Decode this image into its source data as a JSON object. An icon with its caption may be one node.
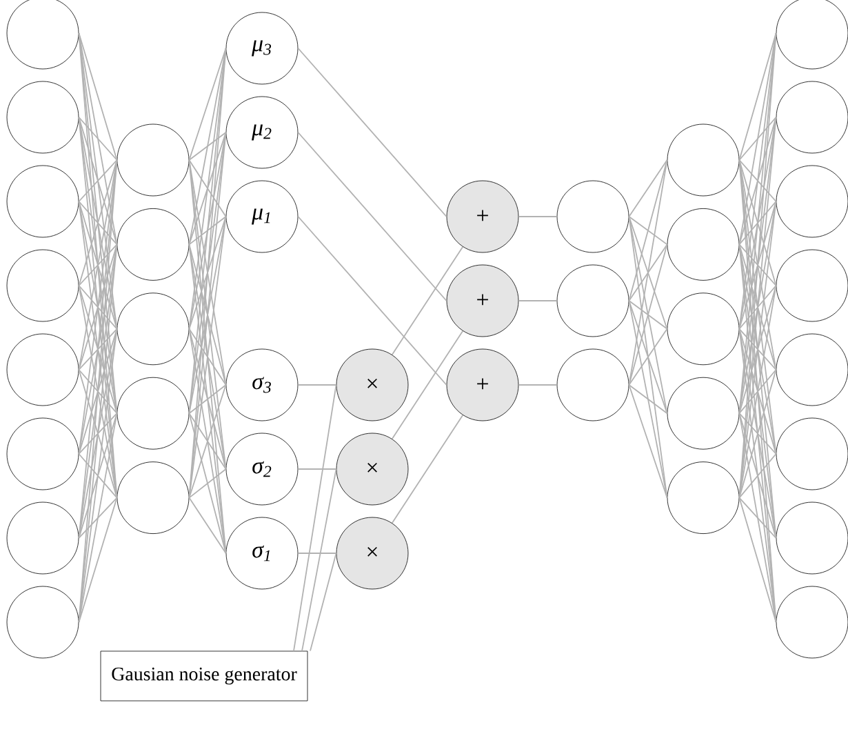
{
  "diagram": {
    "nodes": [
      {
        "text": [],
        "shape": "circle"
      },
      {
        "text": [],
        "shape": "circle"
      },
      {
        "text": [],
        "shape": "circle"
      },
      {
        "text": [],
        "shape": "circle"
      },
      {
        "text": [],
        "shape": "circle"
      },
      {
        "text": [],
        "shape": "circle"
      },
      {
        "text": [],
        "shape": "circle"
      },
      {
        "text": [],
        "shape": "circle"
      },
      {
        "text": [],
        "shape": "circle"
      },
      {
        "text": [],
        "shape": "circle"
      },
      {
        "text": [],
        "shape": "circle"
      },
      {
        "text": [],
        "shape": "circle"
      },
      {
        "text": [],
        "shape": "circle"
      },
      {
        "text": [
          "μ$_{3}$"
        ]
      },
      {
        "text": [
          "μ$_{2}$"
        ]
      },
      {
        "text": [
          "μ$_{1}$"
        ]
      },
      {
        "text": [
          "σ$_{3}$"
        ]
      },
      {
        "text": [
          "σ$_{2}$"
        ]
      },
      {
        "text": [
          "σ$_{1}$"
        ]
      },
      {
        "text": [
          "×"
        ]
      },
      {
        "text": [
          "×"
        ]
      },
      {
        "text": [
          "×"
        ]
      },
      {
        "text": [
          "+"
        ]
      },
      {
        "text": [
          "+"
        ]
      },
      {
        "text": [
          "+"
        ]
      },
      {
        "text": [],
        "shape": "circle"
      },
      {
        "text": [],
        "shape": "circle"
      },
      {
        "text": [],
        "shape": "circle"
      },
      {
        "text": [],
        "shape": "circle"
      },
      {
        "text": [],
        "shape": "circle"
      },
      {
        "text": [],
        "shape": "circle"
      },
      {
        "text": [],
        "shape": "circle"
      },
      {
        "text": [],
        "shape": "circle"
      },
      {
        "text": [],
        "shape": "circle"
      },
      {
        "text": [],
        "shape": "circle"
      },
      {
        "text": [],
        "shape": "circle"
      },
      {
        "text": [],
        "shape": "circle"
      },
      {
        "text": [],
        "shape": "circle"
      },
      {
        "text": [],
        "shape": "circle"
      },
      {
        "text": [],
        "shape": "circle"
      },
      {
        "text": [],
        "shape": "circle"
      },
      {
        "text": [
          "Gausian noise generator"
        ]
      }
    ],
    "edges": [
      {
        "from": 0,
        "to": 8,
        "arrow": "none"
      },
      {
        "from": 0,
        "to": 9,
        "arrow": "none"
      },
      {
        "from": 0,
        "to": 10,
        "arrow": "none"
      },
      {
        "from": 0,
        "to": 11,
        "arrow": "none"
      },
      {
        "from": 0,
        "to": 12,
        "arrow": "none"
      },
      {
        "from": 1,
        "to": 8,
        "arrow": "none"
      },
      {
        "from": 1,
        "to": 9,
        "arrow": "none"
      },
      {
        "from": 1,
        "to": 10,
        "arrow": "none"
      },
      {
        "from": 1,
        "to": 11,
        "arrow": "none"
      },
      {
        "from": 1,
        "to": 12,
        "arrow": "none"
      },
      {
        "from": 2,
        "to": 8,
        "arrow": "none"
      },
      {
        "from": 2,
        "to": 9,
        "arrow": "none"
      },
      {
        "from": 2,
        "to": 10,
        "arrow": "none"
      },
      {
        "from": 2,
        "to": 11,
        "arrow": "none"
      },
      {
        "from": 2,
        "to": 12,
        "arrow": "none"
      },
      {
        "from": 3,
        "to": 8,
        "arrow": "none"
      },
      {
        "from": 3,
        "to": 9,
        "arrow": "none"
      },
      {
        "from": 3,
        "to": 10,
        "arrow": "none"
      },
      {
        "from": 3,
        "to": 11,
        "arrow": "none"
      },
      {
        "from": 3,
        "to": 12,
        "arrow": "none"
      },
      {
        "from": 4,
        "to": 8,
        "arrow": "none"
      },
      {
        "from": 4,
        "to": 9,
        "arrow": "none"
      },
      {
        "from": 4,
        "to": 10,
        "arrow": "none"
      },
      {
        "from": 4,
        "to": 11,
        "arrow": "none"
      },
      {
        "from": 4,
        "to": 12,
        "arrow": "none"
      },
      {
        "from": 5,
        "to": 8,
        "arrow": "none"
      },
      {
        "from": 5,
        "to": 9,
        "arrow": "none"
      },
      {
        "from": 5,
        "to": 10,
        "arrow": "none"
      },
      {
        "from": 5,
        "to": 11,
        "arrow": "none"
      },
      {
        "from": 5,
        "to": 12,
        "arrow": "none"
      },
      {
        "from": 6,
        "to": 8,
        "arrow": "none"
      },
      {
        "from": 6,
        "to": 9,
        "arrow": "none"
      },
      {
        "from": 6,
        "to": 10,
        "arrow": "none"
      },
      {
        "from": 6,
        "to": 11,
        "arrow": "none"
      },
      {
        "from": 6,
        "to": 12,
        "arrow": "none"
      },
      {
        "from": 7,
        "to": 8,
        "arrow": "none"
      },
      {
        "from": 7,
        "to": 9,
        "arrow": "none"
      },
      {
        "from": 7,
        "to": 10,
        "arrow": "none"
      },
      {
        "from": 7,
        "to": 11,
        "arrow": "none"
      },
      {
        "from": 7,
        "to": 12,
        "arrow": "none"
      },
      {
        "from": 8,
        "to": 13,
        "arrow": "none"
      },
      {
        "from": 8,
        "to": 14,
        "arrow": "none"
      },
      {
        "from": 8,
        "to": 15,
        "arrow": "none"
      },
      {
        "from": 8,
        "to": 16,
        "arrow": "none"
      },
      {
        "from": 8,
        "to": 17,
        "arrow": "none"
      },
      {
        "from": 8,
        "to": 18,
        "arrow": "none"
      },
      {
        "from": 9,
        "to": 13,
        "arrow": "none"
      },
      {
        "from": 9,
        "to": 14,
        "arrow": "none"
      },
      {
        "from": 9,
        "to": 15,
        "arrow": "none"
      },
      {
        "from": 9,
        "to": 16,
        "arrow": "none"
      },
      {
        "from": 9,
        "to": 17,
        "arrow": "none"
      },
      {
        "from": 9,
        "to": 18,
        "arrow": "none"
      },
      {
        "from": 10,
        "to": 13,
        "arrow": "none"
      },
      {
        "from": 10,
        "to": 14,
        "arrow": "none"
      },
      {
        "from": 10,
        "to": 15,
        "arrow": "none"
      },
      {
        "from": 10,
        "to": 16,
        "arrow": "none"
      },
      {
        "from": 10,
        "to": 17,
        "arrow": "none"
      },
      {
        "from": 10,
        "to": 18,
        "arrow": "none"
      },
      {
        "from": 11,
        "to": 13,
        "arrow": "none"
      },
      {
        "from": 11,
        "to": 14,
        "arrow": "none"
      },
      {
        "from": 11,
        "to": 15,
        "arrow": "none"
      },
      {
        "from": 11,
        "to": 16,
        "arrow": "none"
      },
      {
        "from": 11,
        "to": 17,
        "arrow": "none"
      },
      {
        "from": 11,
        "to": 18,
        "arrow": "none"
      },
      {
        "from": 12,
        "to": 13,
        "arrow": "none"
      },
      {
        "from": 12,
        "to": 14,
        "arrow": "none"
      },
      {
        "from": 12,
        "to": 15,
        "arrow": "none"
      },
      {
        "from": 12,
        "to": 16,
        "arrow": "none"
      },
      {
        "from": 12,
        "to": 17,
        "arrow": "none"
      },
      {
        "from": 12,
        "to": 18,
        "arrow": "none"
      },
      {
        "from": 16,
        "to": 19,
        "arrow": "none"
      },
      {
        "from": 17,
        "to": 20,
        "arrow": "none"
      },
      {
        "from": 18,
        "to": 21,
        "arrow": "none"
      },
      {
        "from": 41,
        "to": 19,
        "arrow": "none"
      },
      {
        "from": 41,
        "to": 20,
        "arrow": "none"
      },
      {
        "from": 41,
        "to": 21,
        "arrow": "none"
      },
      {
        "from": 19,
        "to": 22,
        "arrow": "none"
      },
      {
        "from": 20,
        "to": 23,
        "arrow": "none"
      },
      {
        "from": 21,
        "to": 24,
        "arrow": "none"
      },
      {
        "from": 13,
        "to": 22,
        "arrow": "none"
      },
      {
        "from": 14,
        "to": 23,
        "arrow": "none"
      },
      {
        "from": 15,
        "to": 24,
        "arrow": "none"
      },
      {
        "from": 22,
        "to": 25,
        "arrow": "none"
      },
      {
        "from": 23,
        "to": 26,
        "arrow": "none"
      },
      {
        "from": 24,
        "to": 27,
        "arrow": "none"
      },
      {
        "from": 25,
        "to": 28,
        "arrow": "none"
      },
      {
        "from": 25,
        "to": 29,
        "arrow": "none"
      },
      {
        "from": 25,
        "to": 30,
        "arrow": "none"
      },
      {
        "from": 25,
        "to": 31,
        "arrow": "none"
      },
      {
        "from": 25,
        "to": 32,
        "arrow": "none"
      },
      {
        "from": 26,
        "to": 28,
        "arrow": "none"
      },
      {
        "from": 26,
        "to": 29,
        "arrow": "none"
      },
      {
        "from": 26,
        "to": 30,
        "arrow": "none"
      },
      {
        "from": 26,
        "to": 31,
        "arrow": "none"
      },
      {
        "from": 26,
        "to": 32,
        "arrow": "none"
      },
      {
        "from": 27,
        "to": 28,
        "arrow": "none"
      },
      {
        "from": 27,
        "to": 29,
        "arrow": "none"
      },
      {
        "from": 27,
        "to": 30,
        "arrow": "none"
      },
      {
        "from": 27,
        "to": 31,
        "arrow": "none"
      },
      {
        "from": 27,
        "to": 32,
        "arrow": "none"
      },
      {
        "from": 28,
        "to": 33,
        "arrow": "none"
      },
      {
        "from": 28,
        "to": 34,
        "arrow": "none"
      },
      {
        "from": 28,
        "to": 35,
        "arrow": "none"
      },
      {
        "from": 28,
        "to": 36,
        "arrow": "none"
      },
      {
        "from": 28,
        "to": 37,
        "arrow": "none"
      },
      {
        "from": 28,
        "to": 38,
        "arrow": "none"
      },
      {
        "from": 28,
        "to": 39,
        "arrow": "none"
      },
      {
        "from": 28,
        "to": 40,
        "arrow": "none"
      },
      {
        "from": 29,
        "to": 33,
        "arrow": "none"
      },
      {
        "from": 29,
        "to": 34,
        "arrow": "none"
      },
      {
        "from": 29,
        "to": 35,
        "arrow": "none"
      },
      {
        "from": 29,
        "to": 36,
        "arrow": "none"
      },
      {
        "from": 29,
        "to": 37,
        "arrow": "none"
      },
      {
        "from": 29,
        "to": 38,
        "arrow": "none"
      },
      {
        "from": 29,
        "to": 39,
        "arrow": "none"
      },
      {
        "from": 29,
        "to": 40,
        "arrow": "none"
      },
      {
        "from": 30,
        "to": 33,
        "arrow": "none"
      },
      {
        "from": 30,
        "to": 34,
        "arrow": "none"
      },
      {
        "from": 30,
        "to": 35,
        "arrow": "none"
      },
      {
        "from": 30,
        "to": 36,
        "arrow": "none"
      },
      {
        "from": 30,
        "to": 37,
        "arrow": "none"
      },
      {
        "from": 30,
        "to": 38,
        "arrow": "none"
      },
      {
        "from": 30,
        "to": 39,
        "arrow": "none"
      },
      {
        "from": 30,
        "to": 40,
        "arrow": "none"
      },
      {
        "from": 31,
        "to": 33,
        "arrow": "none"
      },
      {
        "from": 31,
        "to": 34,
        "arrow": "none"
      },
      {
        "from": 31,
        "to": 35,
        "arrow": "none"
      },
      {
        "from": 31,
        "to": 36,
        "arrow": "none"
      },
      {
        "from": 31,
        "to": 37,
        "arrow": "none"
      },
      {
        "from": 31,
        "to": 38,
        "arrow": "none"
      },
      {
        "from": 31,
        "to": 39,
        "arrow": "none"
      },
      {
        "from": 31,
        "to": 40,
        "arrow": "none"
      },
      {
        "from": 32,
        "to": 33,
        "arrow": "none"
      },
      {
        "from": 32,
        "to": 34,
        "arrow": "none"
      },
      {
        "from": 32,
        "to": 35,
        "arrow": "none"
      },
      {
        "from": 32,
        "to": 36,
        "arrow": "none"
      },
      {
        "from": 32,
        "to": 37,
        "arrow": "none"
      },
      {
        "from": 32,
        "to": 38,
        "arrow": "none"
      },
      {
        "from": 32,
        "to": 39,
        "arrow": "none"
      },
      {
        "from": 32,
        "to": 40,
        "arrow": "none"
      }
    ]
  }
}
